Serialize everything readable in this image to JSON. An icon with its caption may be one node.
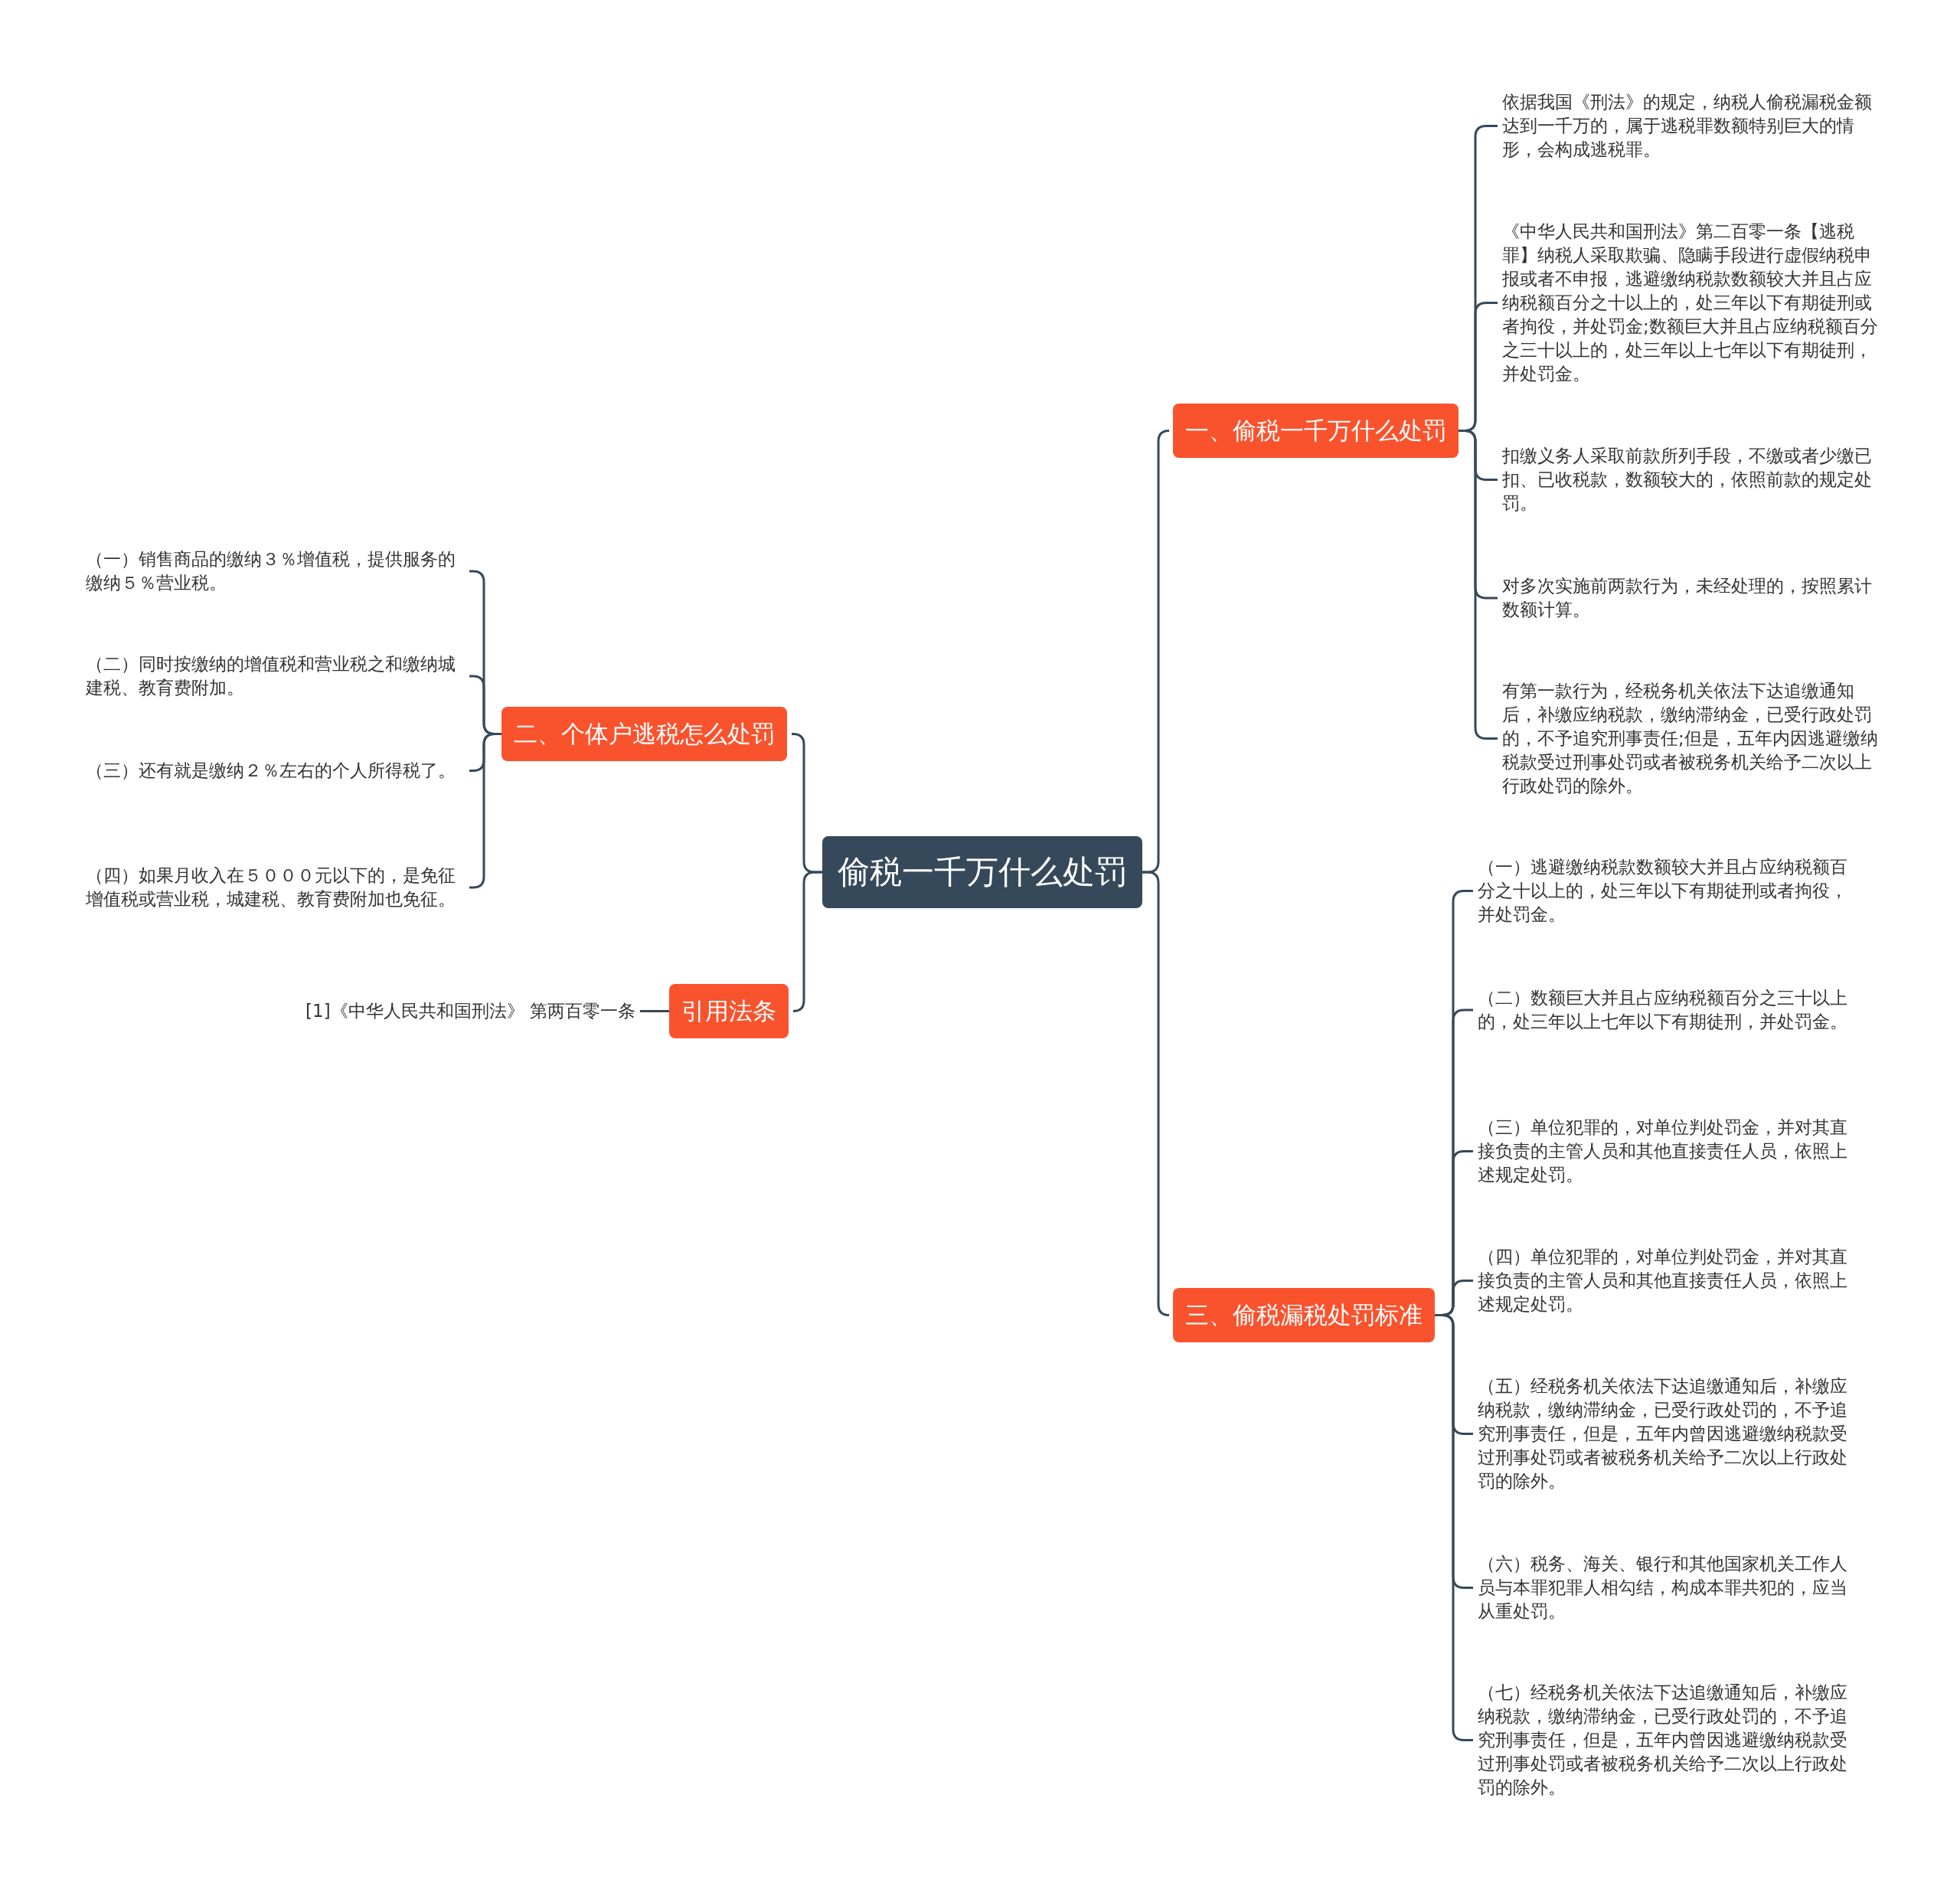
{
  "diagram": {
    "nodes": [
      {
        "text": [
          "偷税一千万什么处罚"
        ]
      },
      {
        "text": [
          "一、偷税一千万什么处罚"
        ]
      },
      {
        "text": [
          "依据我国《刑法》的规定，纳税人偷税漏税金额达到一千万的，属于逃税罪数额特别巨大的情形，会构成逃税罪。"
        ]
      },
      {
        "text": [
          "《中华人民共和国刑法》第二百零一条【逃税罪】纳税人采取欺骗、隐瞒手段进行虚假纳税申报或者不申报，逃避缴纳税款数额较大并且占应纳税额百分之十以上的，处三年以下有期徒刑或者拘役，并处罚金;数额巨大并且占应纳税额百分之三十以上的，处三年以上七年以下有期徒刑，并处罚金。"
        ]
      },
      {
        "text": [
          "扣缴义务人采取前款所列手段，不缴或者少缴已扣、已收税款，数额较大的，依照前款的规定处罚。"
        ]
      },
      {
        "text": [
          "对多次实施前两款行为，未经处理的，按照累计数额计算。"
        ]
      },
      {
        "text": [
          "有第一款行为，经税务机关依法下达追缴通知后，补缴应纳税款，缴纳滞纳金，已受行政处罚的，不予追究刑事责任;但是，五年内因逃避缴纳税款受过刑事处罚或者被税务机关给予二次以上行政处罚的除外。"
        ]
      },
      {
        "text": [
          "三、偷税漏税处罚标准"
        ]
      },
      {
        "text": [
          "（一）逃避缴纳税款数额较大并且占应纳税额百分之十以上的，处三年以下有期徒刑或者拘役，并处罚金。"
        ]
      },
      {
        "text": [
          "（二）数额巨大并且占应纳税额百分之三十以上的，处三年以上七年以下有期徒刑，并处罚金。"
        ]
      },
      {
        "text": [
          "（三）单位犯罪的，对单位判处罚金，并对其直接负责的主管人员和其他直接责任人员，依照上述规定处罚。"
        ]
      },
      {
        "text": [
          "（四）单位犯罪的，对单位判处罚金，并对其直接负责的主管人员和其他直接责任人员，依照上述规定处罚。"
        ]
      },
      {
        "text": [
          "（五）经税务机关依法下达追缴通知后，补缴应纳税款，缴纳滞纳金，已受行政处罚的，不予追究刑事责任，但是，五年内曾因逃避缴纳税款受过刑事处罚或者被税务机关给予二次以上行政处罚的除外。"
        ]
      },
      {
        "text": [
          "（六）税务、海关、银行和其他国家机关工作人员与本罪犯罪人相勾结，构成本罪共犯的，应当从重处罚。"
        ]
      },
      {
        "text": [
          "（七）经税务机关依法下达追缴通知后，补缴应纳税款，缴纳滞纳金，已受行政处罚的，不予追究刑事责任，但是，五年内曾因逃避缴纳税款受过刑事处罚或者被税务机关给予二次以上行政处罚的除外。"
        ]
      },
      {
        "text": [
          "二、个体户逃税怎么处罚"
        ]
      },
      {
        "text": [
          "（一）销售商品的缴纳３％增值税，提供服务的缴纳５％营业税。"
        ]
      },
      {
        "text": [
          "（二）同时按缴纳的增值税和营业税之和缴纳城建税、教育费附加。"
        ]
      },
      {
        "text": [
          "（三）还有就是缴纳２％左右的个人所得税了。"
        ]
      },
      {
        "text": [
          "（四）如果月收入在５０００元以下的，是免征增值税或营业税，城建税、教育费附加也免征。"
        ]
      },
      {
        "text": [
          "引用法条"
        ]
      },
      {
        "text": [
          "[1]《中华人民共和国刑法》 第两百零一条"
        ]
      }
    ],
    "edges": [
      {
        "from": 0,
        "to": 1,
        "arrow": "none"
      },
      {
        "from": 1,
        "to": 2,
        "arrow": "none"
      },
      {
        "from": 1,
        "to": 3,
        "arrow": "none"
      },
      {
        "from": 1,
        "to": 4,
        "arrow": "none"
      },
      {
        "from": 1,
        "to": 5,
        "arrow": "none"
      },
      {
        "from": 1,
        "to": 6,
        "arrow": "none"
      },
      {
        "from": 0,
        "to": 7,
        "arrow": "none"
      },
      {
        "from": 7,
        "to": 8,
        "arrow": "none"
      },
      {
        "from": 7,
        "to": 9,
        "arrow": "none"
      },
      {
        "from": 7,
        "to": 10,
        "arrow": "none"
      },
      {
        "from": 7,
        "to": 11,
        "arrow": "none"
      },
      {
        "from": 7,
        "to": 12,
        "arrow": "none"
      },
      {
        "from": 7,
        "to": 13,
        "arrow": "none"
      },
      {
        "from": 7,
        "to": 14,
        "arrow": "none"
      },
      {
        "from": 0,
        "to": 15,
        "arrow": "none"
      },
      {
        "from": 15,
        "to": 16,
        "arrow": "none"
      },
      {
        "from": 15,
        "to": 17,
        "arrow": "none"
      },
      {
        "from": 15,
        "to": 18,
        "arrow": "none"
      },
      {
        "from": 15,
        "to": 19,
        "arrow": "none"
      },
      {
        "from": 0,
        "to": 20,
        "arrow": "none"
      },
      {
        "from": 20,
        "to": 21,
        "arrow": "none"
      }
    ]
  }
}
